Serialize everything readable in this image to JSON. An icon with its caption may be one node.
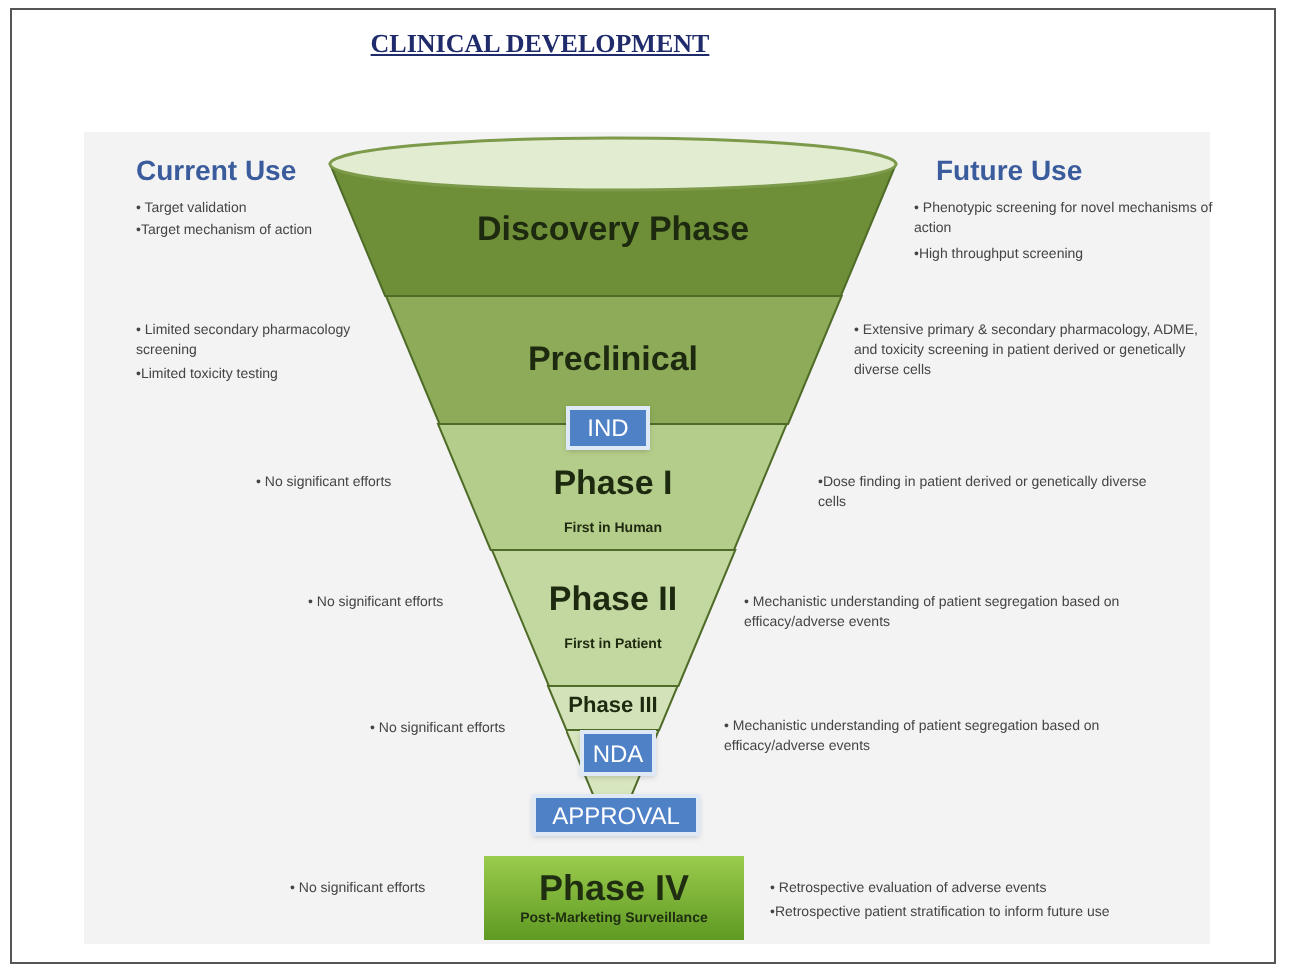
{
  "diagram": {
    "title": "CLINICAL DEVELOPMENT",
    "nodes": [
      {
        "text": [
          "Discovery Phase"
        ]
      },
      {
        "text": [
          "Preclinical"
        ]
      },
      {
        "text": [
          "IND"
        ]
      },
      {
        "text": [
          "Phase I",
          "First in Human"
        ]
      },
      {
        "text": [
          "Phase II",
          "First in Patient"
        ]
      },
      {
        "text": [
          "Phase III"
        ]
      },
      {
        "text": [
          "NDA"
        ]
      },
      {
        "text": [
          "APPROVAL"
        ]
      },
      {
        "text": [
          "Phase IV",
          "Post-Marketing Surveillance"
        ]
      }
    ],
    "labels": [
      "Current Use",
      "Future Use",
      "• Target validation",
      "•Target mechanism of action",
      "• Phenotypic screening for novel mechanisms of action",
      "•High throughput screening",
      "• Limited  secondary pharmacology screening",
      "•Limited toxicity testing",
      "• Extensive primary & secondary pharmacology, ADME, and toxicity screening in patient derived or genetically diverse cells",
      "• No significant efforts",
      "•Dose finding in patient derived or genetically diverse cells",
      "• No significant efforts",
      "• Mechanistic understanding of patient segregation based on efficacy/adverse events",
      "• No significant efforts",
      "• Mechanistic understanding of patient segregation based on efficacy/adverse events",
      "• No significant efforts",
      "• Retrospective evaluation of adverse events",
      "•Retrospective patient stratification to inform future use"
    ]
  }
}
